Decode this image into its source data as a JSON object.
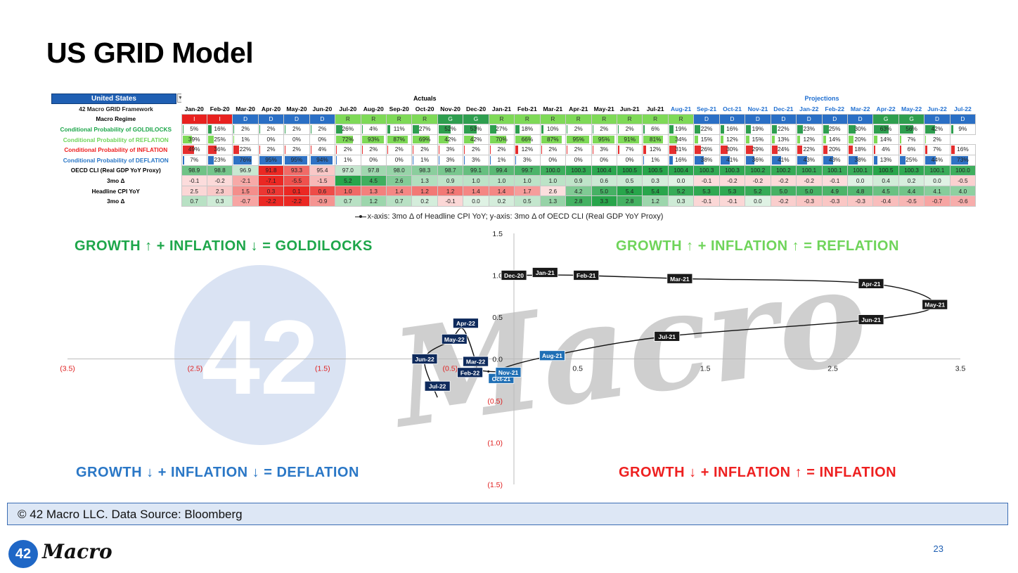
{
  "title": "US GRID Model",
  "grid": {
    "country": "United States",
    "framework_label": "42 Macro GRID Framework",
    "actuals_label": "Actuals",
    "projections_label": "Projections",
    "months": [
      "Jan-20",
      "Feb-20",
      "Mar-20",
      "Apr-20",
      "May-20",
      "Jun-20",
      "Jul-20",
      "Aug-20",
      "Sep-20",
      "Oct-20",
      "Nov-20",
      "Dec-20",
      "Jan-21",
      "Feb-21",
      "Mar-21",
      "Apr-21",
      "May-21",
      "Jun-21",
      "Jul-21",
      "Aug-21",
      "Sep-21",
      "Oct-21",
      "Nov-21",
      "Dec-21",
      "Jan-22",
      "Feb-22",
      "Mar-22",
      "Apr-22",
      "May-22",
      "Jun-22",
      "Jul-22"
    ],
    "rows": [
      {
        "label": "Macro Regime",
        "kind": "regime",
        "values": [
          "I",
          "I",
          "D",
          "D",
          "D",
          "D",
          "R",
          "R",
          "R",
          "R",
          "G",
          "G",
          "R",
          "R",
          "R",
          "R",
          "R",
          "R",
          "R",
          "R",
          "D",
          "D",
          "D",
          "D",
          "D",
          "D",
          "D",
          "G",
          "G",
          "D",
          "D"
        ]
      },
      {
        "label": "Conditional Probability of GOLDILOCKS",
        "kind": "bar",
        "color": "#2e9e4f",
        "values": [
          "5%",
          "16%",
          "2%",
          "2%",
          "2%",
          "2%",
          "26%",
          "4%",
          "11%",
          "27%",
          "52%",
          "53%",
          "27%",
          "18%",
          "10%",
          "2%",
          "2%",
          "2%",
          "6%",
          "19%",
          "22%",
          "16%",
          "19%",
          "22%",
          "23%",
          "25%",
          "30%",
          "63%",
          "56%",
          "42%",
          "9%"
        ]
      },
      {
        "label": "Conditional Probability of REFLATION",
        "kind": "bar",
        "color": "#7ed957",
        "values": [
          "39%",
          "25%",
          "1%",
          "0%",
          "0%",
          "0%",
          "72%",
          "93%",
          "87%",
          "69%",
          "42%",
          "42%",
          "70%",
          "66%",
          "87%",
          "95%",
          "95%",
          "91%",
          "81%",
          "34%",
          "15%",
          "12%",
          "15%",
          "13%",
          "12%",
          "14%",
          "20%",
          "14%",
          "7%",
          "2%"
        ]
      },
      {
        "label": "Conditional Probability of INFLATION",
        "kind": "bar",
        "color": "#e52e2e",
        "values": [
          "49%",
          "36%",
          "22%",
          "2%",
          "2%",
          "4%",
          "2%",
          "2%",
          "2%",
          "2%",
          "3%",
          "2%",
          "2%",
          "12%",
          "2%",
          "2%",
          "3%",
          "7%",
          "12%",
          "31%",
          "26%",
          "30%",
          "29%",
          "24%",
          "22%",
          "20%",
          "18%",
          "4%",
          "6%",
          "7%",
          "16%"
        ]
      },
      {
        "label": "Conditional Probability of DEFLATION",
        "kind": "bar",
        "color": "#2f72c4",
        "values": [
          "7%",
          "23%",
          "76%",
          "95%",
          "95%",
          "94%",
          "1%",
          "0%",
          "0%",
          "1%",
          "3%",
          "3%",
          "1%",
          "3%",
          "0%",
          "0%",
          "0%",
          "0%",
          "1%",
          "16%",
          "38%",
          "41%",
          "36%",
          "41%",
          "43%",
          "43%",
          "38%",
          "13%",
          "25%",
          "44%",
          "73%"
        ]
      },
      {
        "label": "OECD CLI (Real GDP YoY Proxy)",
        "kind": "heat",
        "values": [
          "98.9",
          "98.8",
          "96.9",
          "91.8",
          "93.3",
          "95.4",
          "97.0",
          "97.8",
          "98.0",
          "98.3",
          "98.7",
          "99.1",
          "99.4",
          "99.7",
          "100.0",
          "100.3",
          "100.4",
          "100.5",
          "100.5",
          "100.4",
          "100.3",
          "100.3",
          "100.2",
          "100.2",
          "100.1",
          "100.1",
          "100.1",
          "100.5",
          "100.3",
          "100.1",
          "100.0"
        ]
      },
      {
        "label": "3mo Δ",
        "kind": "heat",
        "values": [
          "-0.1",
          "-0.2",
          "-2.1",
          "-7.1",
          "-5.5",
          "-1.5",
          "5.2",
          "4.5",
          "2.6",
          "1.3",
          "0.9",
          "1.0",
          "1.0",
          "1.0",
          "1.0",
          "0.9",
          "0.6",
          "0.5",
          "0.3",
          "0.0",
          "-0.1",
          "-0.2",
          "-0.2",
          "-0.2",
          "-0.2",
          "-0.1",
          "0.0",
          "0.4",
          "0.2",
          "0.0",
          "-0.5"
        ]
      },
      {
        "label": "Headline CPI YoY",
        "kind": "heat",
        "values": [
          "2.5",
          "2.3",
          "1.5",
          "0.3",
          "0.1",
          "0.6",
          "1.0",
          "1.3",
          "1.4",
          "1.2",
          "1.2",
          "1.4",
          "1.4",
          "1.7",
          "2.6",
          "4.2",
          "5.0",
          "5.4",
          "5.4",
          "5.2",
          "5.3",
          "5.3",
          "5.2",
          "5.0",
          "5.0",
          "4.9",
          "4.8",
          "4.5",
          "4.4",
          "4.1",
          "4.0"
        ]
      },
      {
        "label": "3mo Δ",
        "kind": "heat",
        "values": [
          "0.7",
          "0.3",
          "-0.7",
          "-2.2",
          "-2.2",
          "-0.9",
          "0.7",
          "1.2",
          "0.7",
          "0.2",
          "-0.1",
          "0.0",
          "0.2",
          "0.5",
          "1.3",
          "2.8",
          "3.3",
          "2.8",
          "1.2",
          "0.3",
          "-0.1",
          "-0.1",
          "0.0",
          "-0.2",
          "-0.3",
          "-0.3",
          "-0.3",
          "-0.4",
          "-0.5",
          "-0.7",
          "-0.6"
        ]
      }
    ]
  },
  "colors": {
    "actual_header": "#000000",
    "projection_header": "#1f6fd1",
    "regime_I": "#e8211f",
    "regime_D": "#2a6fc5",
    "regime_R": "#7ed957",
    "regime_G": "#2e9e4f",
    "goldilocks": "#1da64a",
    "reflation": "#6fd45a",
    "inflation": "#ee2020",
    "deflation": "#2a77c6",
    "projection_label_fill": "#1f6fb5",
    "actual_label_fill": "#1a1a1a",
    "early_label_fill": "#0e2a5c"
  },
  "quadrants": {
    "goldilocks": "GROWTH ↑ + INFLATION ↓ = GOLDILOCKS",
    "reflation": "GROWTH ↑ + INFLATION ↑ = REFLATION",
    "deflation": "GROWTH ↓ + INFLATION ↓ = DEFLATION",
    "inflation": "GROWTH ↓ + INFLATION ↑ = INFLATION"
  },
  "chart_data": {
    "type": "scatter",
    "series": [
      {
        "name": "x-axis: 3mo Δ of Headline CPI YoY; y-axis: 3mo Δ of OECD CLI (Real GDP YoY Proxy)"
      }
    ],
    "xlim": [
      -3.5,
      3.5
    ],
    "ylim": [
      -1.5,
      1.5
    ],
    "x_ticks": [
      "(3.5)",
      "(2.5)",
      "(1.5)",
      "(0.5)",
      "0.5",
      "1.5",
      "2.5",
      "3.5"
    ],
    "y_ticks": [
      "1.5",
      "1.0",
      "0.5",
      "0.0",
      "(0.5)",
      "(1.0)",
      "(1.5)"
    ],
    "points": [
      {
        "label": "Dec-20",
        "x": 0.0,
        "y": 1.0,
        "group": "actual"
      },
      {
        "label": "Jan-21",
        "x": 0.2,
        "y": 1.0,
        "group": "actual"
      },
      {
        "label": "Feb-21",
        "x": 0.5,
        "y": 1.0,
        "group": "actual"
      },
      {
        "label": "Mar-21",
        "x": 1.3,
        "y": 0.96,
        "group": "actual"
      },
      {
        "label": "Apr-21",
        "x": 2.8,
        "y": 0.9,
        "group": "actual"
      },
      {
        "label": "May-21",
        "x": 3.3,
        "y": 0.65,
        "group": "actual"
      },
      {
        "label": "Jun-21",
        "x": 2.8,
        "y": 0.47,
        "group": "actual"
      },
      {
        "label": "Jul-21",
        "x": 1.2,
        "y": 0.27,
        "group": "actual"
      },
      {
        "label": "Aug-21",
        "x": 0.3,
        "y": 0.04,
        "group": "projection"
      },
      {
        "label": "Sep-21",
        "x": -0.1,
        "y": -0.12,
        "group": "projection"
      },
      {
        "label": "Oct-21",
        "x": -0.1,
        "y": -0.2,
        "group": "projection"
      },
      {
        "label": "Nov-21",
        "x": 0.0,
        "y": -0.16,
        "group": "projection"
      },
      {
        "label": "Dec-21",
        "x": -0.2,
        "y": -0.15,
        "group": "projection"
      },
      {
        "label": "Jan-22",
        "x": -0.3,
        "y": -0.13,
        "group": "projection"
      },
      {
        "label": "Feb-22",
        "x": -0.3,
        "y": -0.12,
        "group": "early"
      },
      {
        "label": "Mar-22",
        "x": -0.3,
        "y": -0.03,
        "group": "early"
      },
      {
        "label": "Apr-22",
        "x": -0.4,
        "y": 0.36,
        "group": "early"
      },
      {
        "label": "May-22",
        "x": -0.5,
        "y": 0.22,
        "group": "early"
      },
      {
        "label": "Jun-22",
        "x": -0.7,
        "y": 0.0,
        "group": "early"
      },
      {
        "label": "Jul-22",
        "x": -0.6,
        "y": -0.46,
        "group": "early"
      }
    ],
    "visible_labels": [
      "Dec-20",
      "Jan-21",
      "Feb-21",
      "Mar-21",
      "Apr-21",
      "May-21",
      "Jun-21",
      "Jul-21",
      "Aug-21",
      "Oct-21",
      "Nov-21",
      "Feb-22",
      "Mar-22",
      "Apr-22",
      "May-22",
      "Jun-22",
      "Jul-22"
    ]
  },
  "watermark": {
    "number": "42",
    "word": "Macro"
  },
  "footer": "© 42 Macro LLC. Data Source: Bloomberg",
  "logo": {
    "number": "42",
    "word": "Macro"
  },
  "page_number": "23"
}
